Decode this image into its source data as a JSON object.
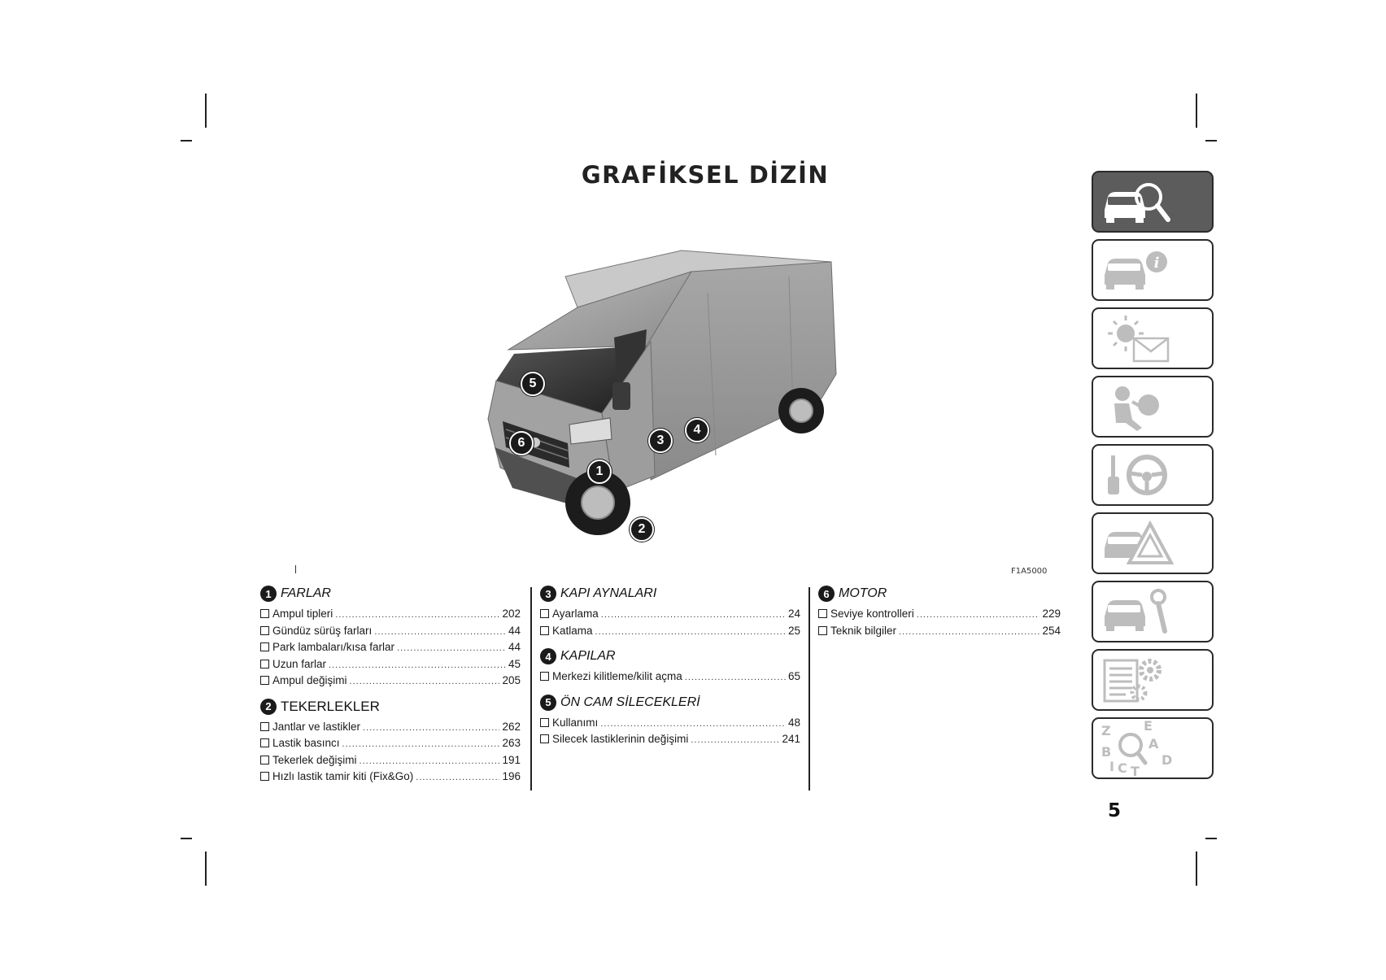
{
  "title": "GRAFİKSEL DİZİN",
  "figure_code": "F1A5000",
  "page_number": "5",
  "columns": [
    {
      "sections": [
        {
          "num": "1",
          "title": "FARLAR",
          "upright": false,
          "items": [
            {
              "label": "Ampul tipleri",
              "page": "202"
            },
            {
              "label": "Gündüz sürüş farları",
              "page": "44"
            },
            {
              "label": "Park lambaları/kısa farlar",
              "page": "44"
            },
            {
              "label": "Uzun farlar",
              "page": "45"
            },
            {
              "label": "Ampul değişimi",
              "page": "205"
            }
          ]
        },
        {
          "num": "2",
          "title": "TEKERLEKLER",
          "upright": true,
          "items": [
            {
              "label": "Jantlar ve lastikler",
              "page": "262"
            },
            {
              "label": "Lastik basıncı",
              "page": "263"
            },
            {
              "label": "Tekerlek değişimi",
              "page": "191"
            },
            {
              "label": "Hızlı lastik tamir kiti (Fix&Go)",
              "page": "196"
            }
          ]
        }
      ]
    },
    {
      "sections": [
        {
          "num": "3",
          "title": "KAPI AYNALARI",
          "upright": false,
          "items": [
            {
              "label": "Ayarlama",
              "page": "24"
            },
            {
              "label": "Katlama",
              "page": "25"
            }
          ]
        },
        {
          "num": "4",
          "title": "KAPILAR",
          "upright": false,
          "items": [
            {
              "label": "Merkezi kilitleme/kilit açma",
              "page": "65"
            }
          ]
        },
        {
          "num": "5",
          "title": "ÖN CAM SİLECEKLERİ",
          "upright": false,
          "items": [
            {
              "label": "Kullanımı",
              "page": "48"
            },
            {
              "label": "Silecek lastiklerinin değişimi",
              "page": "241"
            }
          ]
        }
      ]
    },
    {
      "sections": [
        {
          "num": "6",
          "title": "MOTOR",
          "upright": false,
          "items": [
            {
              "label": "Seviye kontrolleri",
              "page": "229"
            },
            {
              "label": "Teknik bilgiler",
              "page": "254"
            }
          ]
        }
      ]
    }
  ],
  "callouts": [
    "1",
    "2",
    "3",
    "4",
    "5",
    "6"
  ],
  "tabs": [
    {
      "icon": "car-magnifier-icon",
      "active": true
    },
    {
      "icon": "car-info-icon",
      "active": false
    },
    {
      "icon": "warning-light-envelope-icon",
      "active": false
    },
    {
      "icon": "seat-airbag-icon",
      "active": false
    },
    {
      "icon": "key-steering-wheel-icon",
      "active": false
    },
    {
      "icon": "car-warning-triangle-icon",
      "active": false
    },
    {
      "icon": "car-wrench-icon",
      "active": false
    },
    {
      "icon": "document-gears-icon",
      "active": false
    },
    {
      "icon": "alphabet-index-icon",
      "active": false,
      "letters": [
        "Z",
        "E",
        "A",
        "B",
        "D",
        "C",
        "T",
        "I"
      ]
    }
  ],
  "colors": {
    "ink": "#1a1a1a",
    "tab_active": "#5c5c5c",
    "icon_gray": "#bdbdbd"
  }
}
